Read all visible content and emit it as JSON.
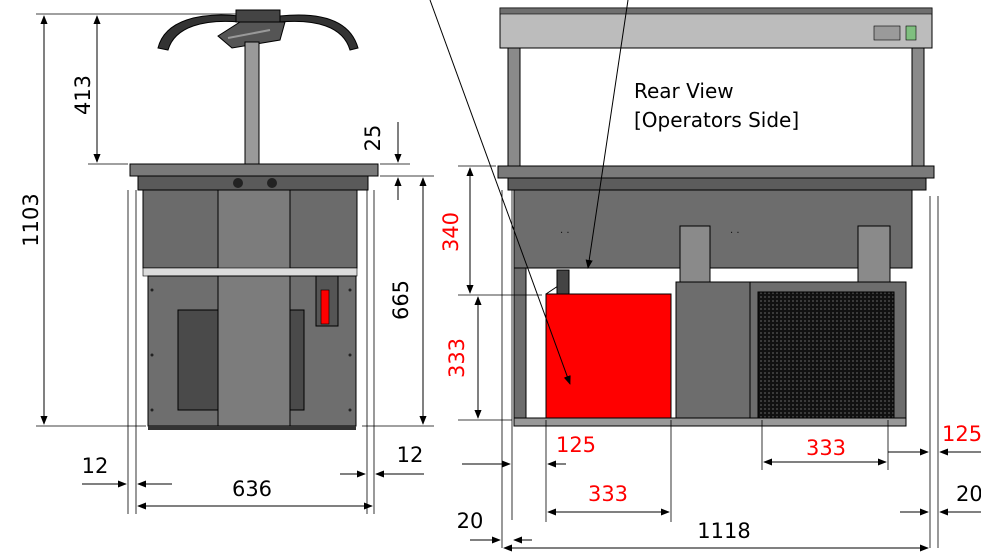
{
  "side_view": {
    "dimensions": {
      "overall_height": "1103",
      "gantry_height": "413",
      "top_thickness": "25",
      "cabinet_height": "665",
      "left_offset": "12",
      "right_offset": "12",
      "width": "636"
    }
  },
  "rear_view": {
    "title_line1": "Rear View",
    "title_line2": "[Operators Side]",
    "dimensions": {
      "upper_height": "340",
      "tank_height": "333",
      "tank_offset": "125",
      "tank_width": "333",
      "vent_width": "333",
      "right_offset": "125",
      "left_edge": "20",
      "right_edge": "20",
      "overall_width": "1118"
    }
  },
  "colors": {
    "highlight": "#ff0000",
    "metal_dark": "#6b6b6b",
    "metal_mid": "#8c8c8c",
    "vent": "#1a1a1a"
  }
}
